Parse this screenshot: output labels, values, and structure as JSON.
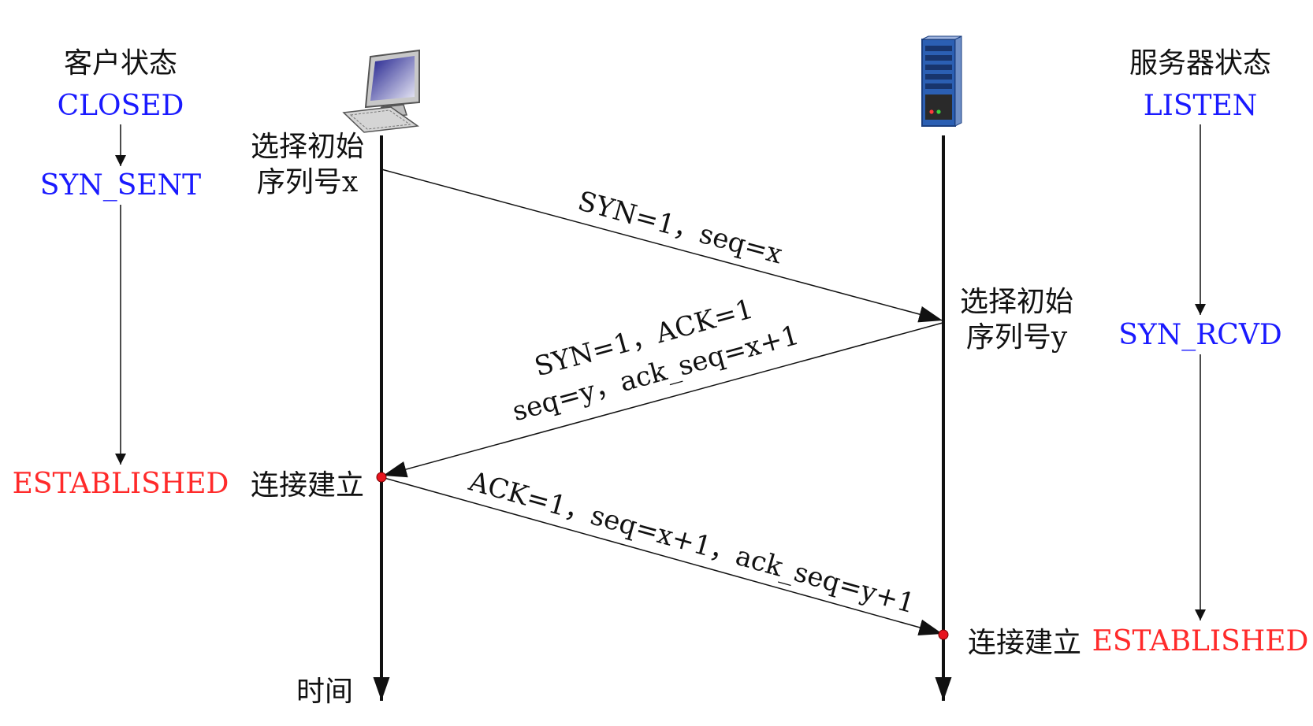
{
  "colors": {
    "state_blue": "#1a1aff",
    "state_red": "#ff2a2a",
    "line": "#111111",
    "dot": "#e8141e",
    "server_blue": "#2b5fb3"
  },
  "icons": {
    "client": "desktop-computer-icon",
    "server": "server-tower-icon"
  },
  "client": {
    "header": "客户状态",
    "states": [
      "CLOSED",
      "SYN_SENT",
      "ESTABLISHED"
    ],
    "choose_line1": "选择初始",
    "choose_line2": "序列号x",
    "established": "连接建立"
  },
  "server": {
    "header": "服务器状态",
    "states": [
      "LISTEN",
      "SYN_RCVD",
      "ESTABLISHED"
    ],
    "choose_line1": "选择初始",
    "choose_line2": "序列号y",
    "established": "连接建立"
  },
  "messages": [
    {
      "lines": [
        "SYN=1，seq=x"
      ]
    },
    {
      "lines": [
        "SYN=1，ACK=1",
        "seq=y，ack_seq=x+1"
      ]
    },
    {
      "lines": [
        "ACK=1，seq=x+1，ack_seq=y+1"
      ]
    }
  ],
  "time_label": "时间"
}
